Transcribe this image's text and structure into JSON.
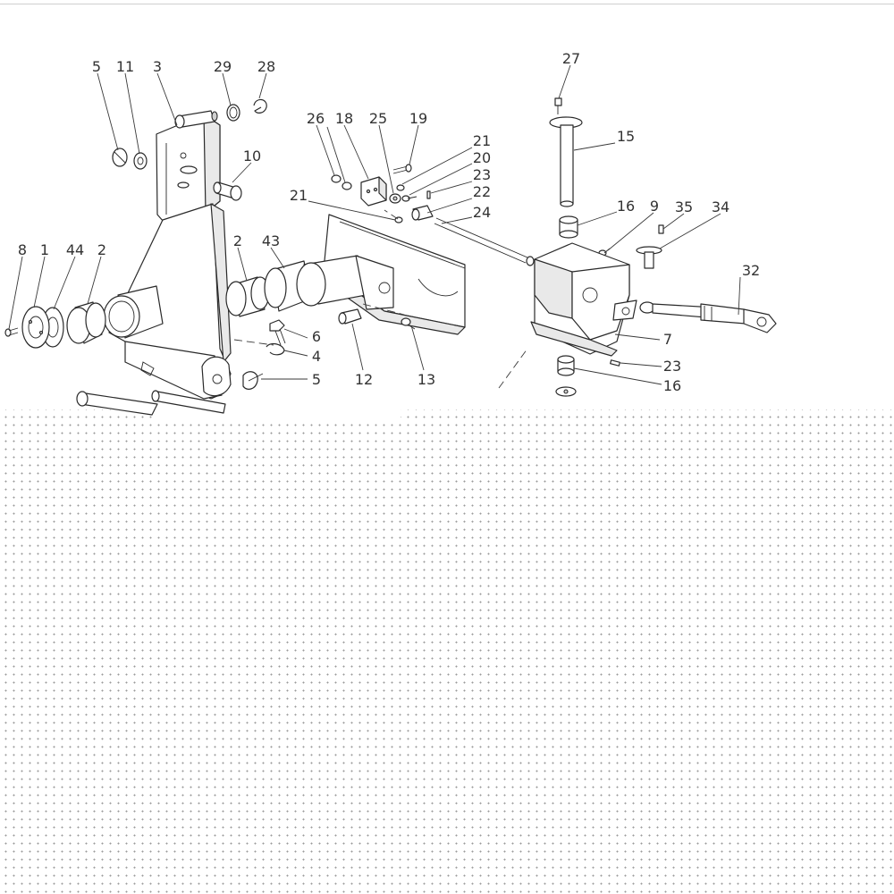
{
  "diagram": {
    "callouts": [
      {
        "id": "c-5a",
        "text": "5"
      },
      {
        "id": "c-11",
        "text": "11"
      },
      {
        "id": "c-3",
        "text": "3"
      },
      {
        "id": "c-29",
        "text": "29"
      },
      {
        "id": "c-28",
        "text": "28"
      },
      {
        "id": "c-10",
        "text": "10"
      },
      {
        "id": "c-26",
        "text": "26"
      },
      {
        "id": "c-18",
        "text": "18"
      },
      {
        "id": "c-25",
        "text": "25"
      },
      {
        "id": "c-19",
        "text": "19"
      },
      {
        "id": "c-21a",
        "text": "21"
      },
      {
        "id": "c-20",
        "text": "20"
      },
      {
        "id": "c-23a",
        "text": "23"
      },
      {
        "id": "c-22",
        "text": "22"
      },
      {
        "id": "c-24",
        "text": "24"
      },
      {
        "id": "c-21b",
        "text": "21"
      },
      {
        "id": "c-27",
        "text": "27"
      },
      {
        "id": "c-15",
        "text": "15"
      },
      {
        "id": "c-16a",
        "text": "16"
      },
      {
        "id": "c-9",
        "text": "9"
      },
      {
        "id": "c-35",
        "text": "35"
      },
      {
        "id": "c-34",
        "text": "34"
      },
      {
        "id": "c-32",
        "text": "32"
      },
      {
        "id": "c-8",
        "text": "8"
      },
      {
        "id": "c-1",
        "text": "1"
      },
      {
        "id": "c-44",
        "text": "44"
      },
      {
        "id": "c-2a",
        "text": "2"
      },
      {
        "id": "c-2b",
        "text": "2"
      },
      {
        "id": "c-43",
        "text": "43"
      },
      {
        "id": "c-6",
        "text": "6"
      },
      {
        "id": "c-4",
        "text": "4"
      },
      {
        "id": "c-5b",
        "text": "5"
      },
      {
        "id": "c-12",
        "text": "12"
      },
      {
        "id": "c-13",
        "text": "13"
      },
      {
        "id": "c-7",
        "text": "7"
      },
      {
        "id": "c-23b",
        "text": "23"
      },
      {
        "id": "c-16b",
        "text": "16"
      }
    ]
  },
  "colors": {
    "line": "#2a2a2a",
    "text": "#333333",
    "background": "#ffffff",
    "dot": "#9a9a9a"
  }
}
